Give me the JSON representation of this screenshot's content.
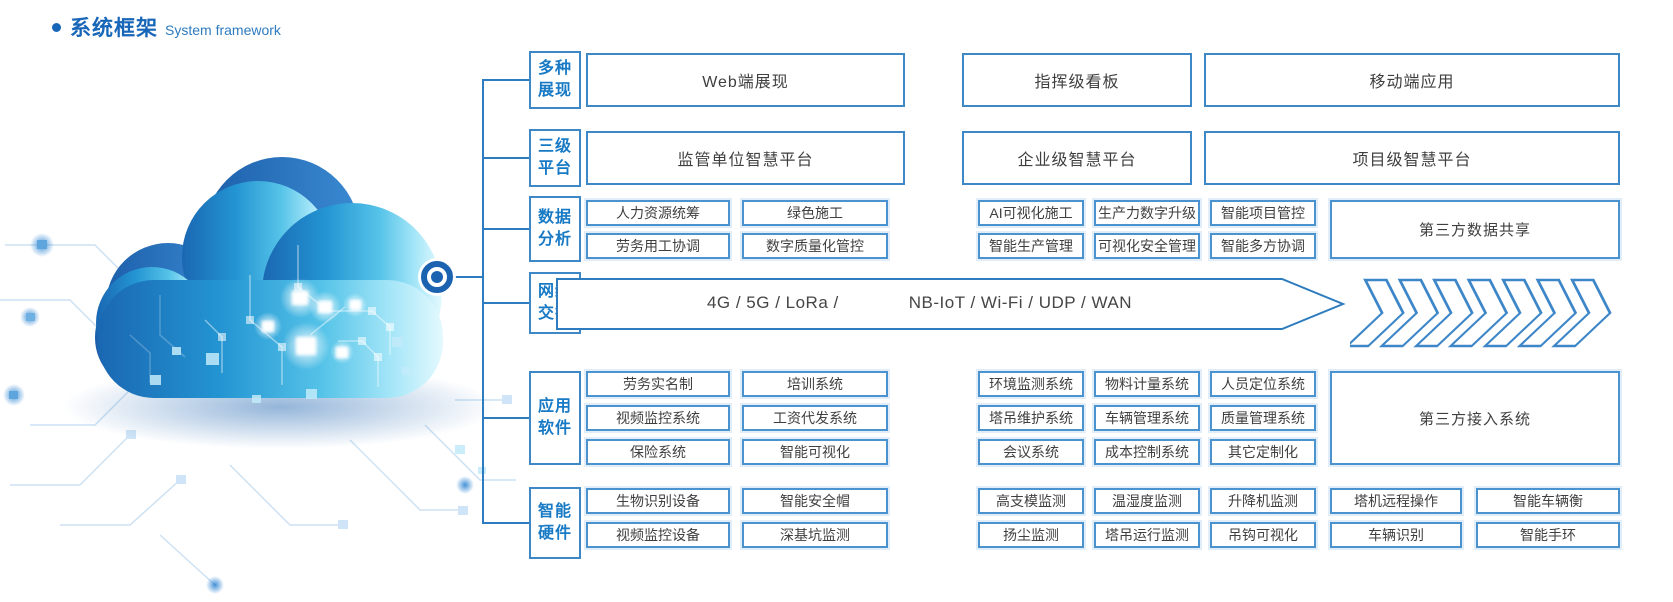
{
  "title": {
    "zh": "系统框架",
    "en": "System framework"
  },
  "labels": {
    "r1": [
      "多种",
      "展现"
    ],
    "r2": [
      "三级",
      "平台"
    ],
    "r3": [
      "数据",
      "分析"
    ],
    "r4": [
      "网络",
      "交换"
    ],
    "r5": [
      "应用",
      "软件"
    ],
    "r6": [
      "智能",
      "硬件"
    ]
  },
  "r1": [
    "Web端展现",
    "指挥级看板",
    "移动端应用"
  ],
  "r2": [
    "监管单位智慧平台",
    "企业级智慧平台",
    "项目级智慧平台"
  ],
  "r3": {
    "l1": [
      "人力资源统筹",
      "劳务用工协调"
    ],
    "l2": [
      "绿色施工",
      "数字质量化管控"
    ],
    "m1": [
      "AI可视化施工",
      "智能生产管理"
    ],
    "m2": [
      "生产力数字升级",
      "可视化安全管理"
    ],
    "m3": [
      "智能项目管控",
      "智能多方协调"
    ],
    "tall": "第三方数据共享"
  },
  "r4": {
    "left": "4G / 5G / LoRa /",
    "right": "NB-IoT / Wi-Fi / UDP / WAN"
  },
  "r5": {
    "l1": [
      "劳务实名制",
      "视频监控系统",
      "保险系统"
    ],
    "l2": [
      "培训系统",
      "工资代发系统",
      "智能可视化"
    ],
    "m1": [
      "环境监测系统",
      "塔吊维护系统",
      "会议系统"
    ],
    "m2": [
      "物料计量系统",
      "车辆管理系统",
      "成本控制系统"
    ],
    "m3": [
      "人员定位系统",
      "质量管理系统",
      "其它定制化"
    ],
    "tall": "第三方接入系统"
  },
  "r6": {
    "c1": [
      "生物识别设备",
      "视频监控设备"
    ],
    "c2": [
      "智能安全帽",
      "深基坑监测"
    ],
    "c3": [
      "高支模监测",
      "扬尘监测"
    ],
    "c4": [
      "温湿度监测",
      "塔吊运行监测"
    ],
    "c5": [
      "升降机监测",
      "吊钩可视化"
    ],
    "c6": [
      "塔机远程操作",
      "车辆识别"
    ],
    "c7": [
      "智能车辆衡",
      "智能手环"
    ]
  },
  "colors": {
    "accent": "#1866b8",
    "line": "#2e7cc0",
    "border": "#3e88c8",
    "text": "#3f3f3f"
  }
}
